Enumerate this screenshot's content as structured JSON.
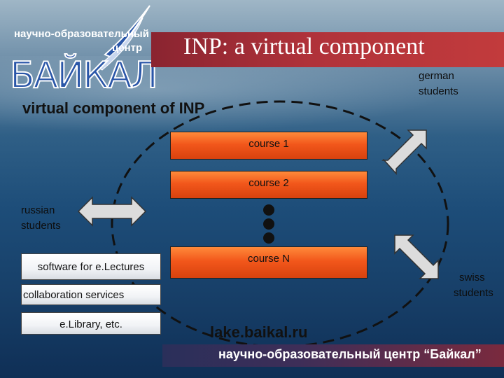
{
  "logo": {
    "line1": "научно-образовательный",
    "line2": "центр",
    "name": "БАЙКАЛ"
  },
  "title": "INP: a virtual component",
  "section_label": "virtual component of INP",
  "courses": [
    "course 1",
    "course 2",
    "course N"
  ],
  "services": [
    "software for e.Lectures",
    "collaboration services",
    "e.Library, etc."
  ],
  "participants": {
    "german": [
      "german",
      "students"
    ],
    "russian": [
      "russian",
      "students"
    ],
    "swiss": [
      "swiss",
      "students"
    ]
  },
  "url": "lake.baikal.ru",
  "footer": "научно-образовательный центр “Байкал”",
  "colors": {
    "title_bar": "#b0323a",
    "course_fill": "#f2571b",
    "arrow_fill": "#dcdcdc",
    "footer_bar": "#3e2e58",
    "logo_blue": "#2a56a8"
  }
}
